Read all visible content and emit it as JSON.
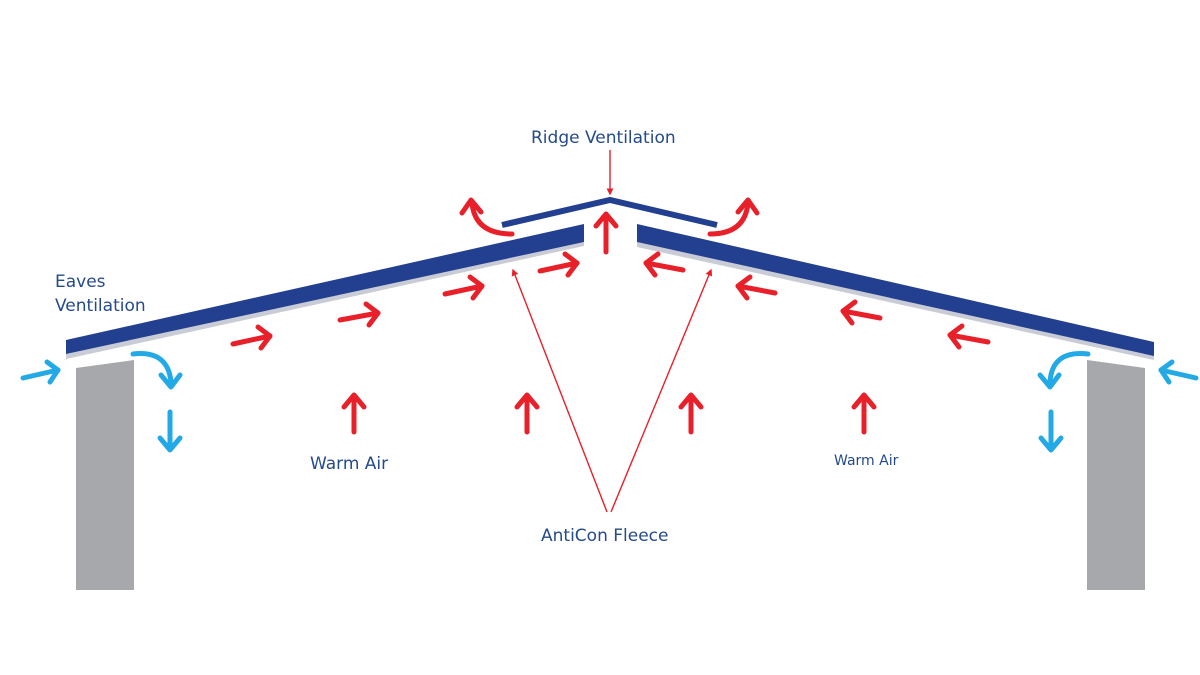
{
  "labels": {
    "eaves_line1": "Eaves",
    "eaves_line2": "Ventilation",
    "ridge": "Ridge Ventilation",
    "warm_air_left": "Warm Air",
    "warm_air_right": "Warm Air",
    "fleece": "AntiCon Fleece"
  },
  "colors": {
    "roof": "#233f8f",
    "fleece": "#c9ccd4",
    "wall": "#a7a8ab",
    "warm_arrow": "#e8202a",
    "cool_arrow": "#22a9e6",
    "pointer": "#e8202a",
    "text": "#254a8c"
  },
  "icons": {
    "warm": "red-arrow-icon",
    "cool": "blue-arrow-icon"
  }
}
